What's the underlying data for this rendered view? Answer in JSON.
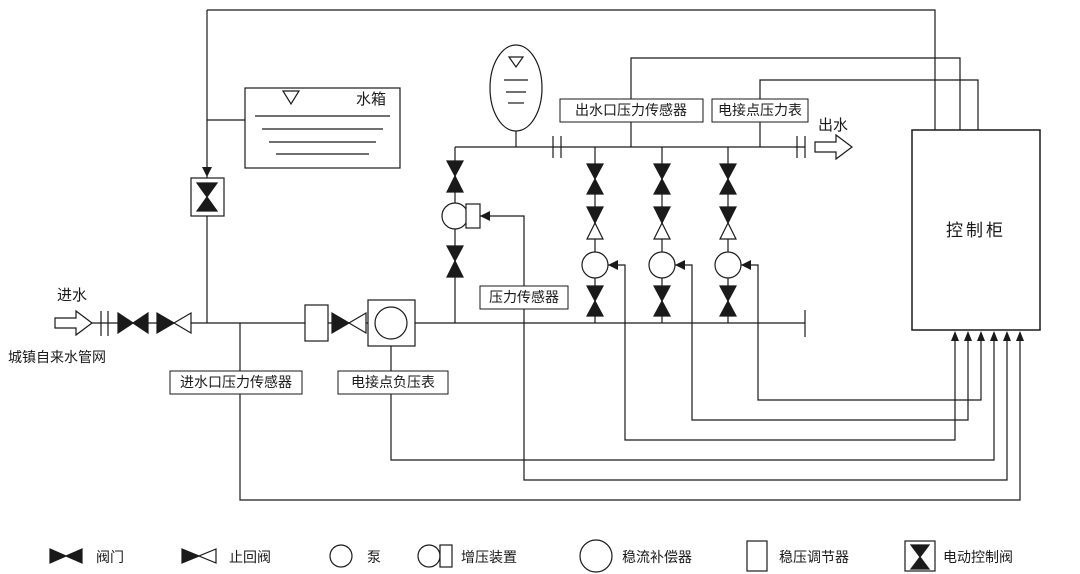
{
  "diagram": {
    "colors": {
      "line": "#1a1a1a",
      "background": "#ffffff"
    },
    "labels": {
      "inlet": "进水",
      "inlet_source": "城镇自来水管网",
      "tank": "水箱",
      "pressure_sensor": "压力传感器",
      "outlet_pressure_sensor": "出水口压力传感器",
      "electric_contact_pressure_gauge": "电接点压力表",
      "outlet": "出水",
      "control_cabinet": "控制柜",
      "inlet_pressure_sensor": "进水口压力传感器",
      "electric_contact_vacuum_gauge": "电接点负压表"
    },
    "legend": {
      "items": [
        {
          "icon": "valve-icon",
          "label": "阀门"
        },
        {
          "icon": "check-valve-icon",
          "label": "止回阀"
        },
        {
          "icon": "pump-icon",
          "label": "泵"
        },
        {
          "icon": "booster-device-icon",
          "label": "增压装置"
        },
        {
          "icon": "steady-flow-compensator-icon",
          "label": "稳流补偿器"
        },
        {
          "icon": "pressure-regulator-icon",
          "label": "稳压调节器"
        },
        {
          "icon": "electric-control-valve-icon",
          "label": "电动控制阀"
        }
      ]
    }
  }
}
